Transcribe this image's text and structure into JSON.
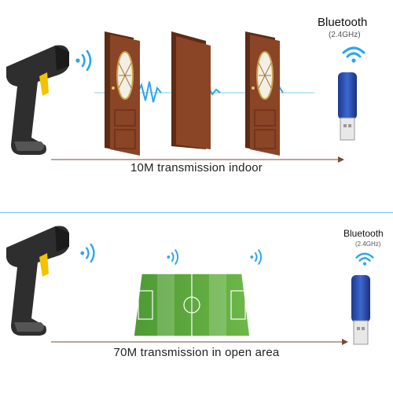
{
  "top_section": {
    "receiver_label": "Bluetooth",
    "receiver_freq": "(2.4GHz)",
    "caption": "10M transmission indoor"
  },
  "bottom_section": {
    "receiver_label": "Bluetooth",
    "receiver_freq": "(2.4GHz)",
    "caption": "70M transmission in open area"
  },
  "colors": {
    "door": "#8a4426",
    "door_dark": "#5e2b15",
    "signal": "#2ba6e8",
    "arrow_line": "#7a4a3a",
    "divider": "#6fc4ef",
    "field_green": "#5faa3c",
    "dongle_blue": "#2a4fae",
    "scanner_body": "#2e2e2e",
    "trigger_yellow": "#f2c300"
  },
  "icons": [
    "barcode-scanner-icon",
    "wifi-signal-icon",
    "door-icon",
    "usb-dongle-icon",
    "soccer-field-icon"
  ]
}
